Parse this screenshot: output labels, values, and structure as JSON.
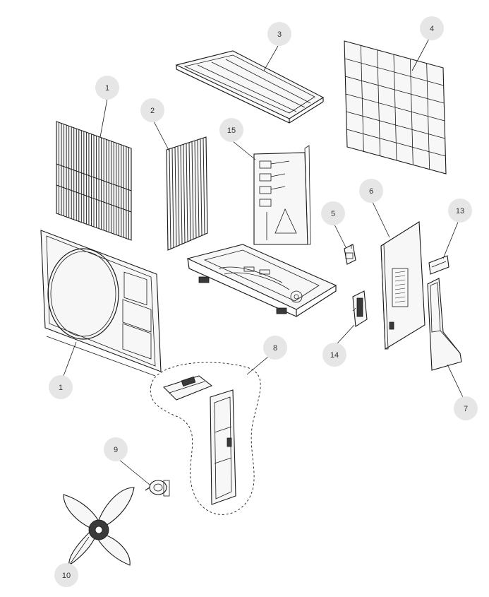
{
  "diagram": {
    "callouts": [
      {
        "id": "c1a",
        "label": "1"
      },
      {
        "id": "c1b",
        "label": "1"
      },
      {
        "id": "c2",
        "label": "2"
      },
      {
        "id": "c3",
        "label": "3"
      },
      {
        "id": "c4",
        "label": "4"
      },
      {
        "id": "c5",
        "label": "5"
      },
      {
        "id": "c6",
        "label": "6"
      },
      {
        "id": "c7",
        "label": "7"
      },
      {
        "id": "c8",
        "label": "8"
      },
      {
        "id": "c9",
        "label": "9"
      },
      {
        "id": "c10",
        "label": "10"
      },
      {
        "id": "c13",
        "label": "13"
      },
      {
        "id": "c14",
        "label": "14"
      },
      {
        "id": "c15",
        "label": "15"
      }
    ],
    "colors": {
      "line": "#1a1a1a",
      "callout_fill": "#e6e6e6",
      "callout_text": "#333333",
      "background": "#ffffff"
    }
  }
}
